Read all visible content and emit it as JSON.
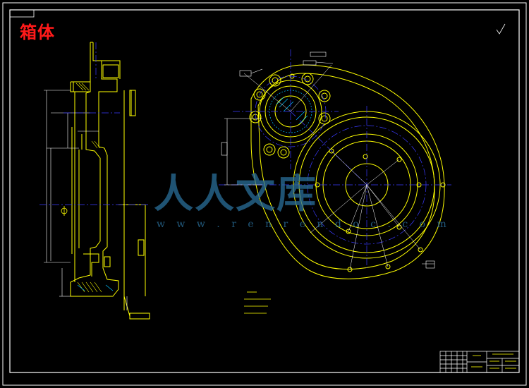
{
  "drawing": {
    "title": "箱体",
    "top_left_tag": "",
    "roughness_mark": "",
    "watermark": {
      "text": "人人文库",
      "url": "w w w . r e n r e n d o c . c o m"
    },
    "notes": {
      "heading": "",
      "lines": [
        "",
        "",
        ""
      ]
    },
    "colors": {
      "background": "#000000",
      "frame": "#ffffff",
      "lines": "#ffff00",
      "center_lines": "#3a3aff",
      "dimension_lines": "#ffffff",
      "title": "#ff1a1a",
      "watermark": "#2a6f9a",
      "hatch": "#00bfff"
    }
  }
}
